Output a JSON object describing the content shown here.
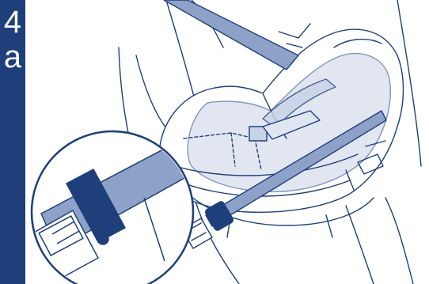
{
  "step": {
    "number": "4",
    "letter": "a"
  },
  "colors": {
    "panel": "#1f3f7a",
    "outline": "#1f3f7a",
    "seat_fill": "#c9d3e6",
    "belt_fill": "#8ea2c9",
    "belt_light": "#dfe6f2",
    "buckle_fill": "#1f3f7a"
  },
  "icons": {
    "step_badge": "step-badge",
    "car_seat": "infant-car-seat-illustration",
    "seat_belt": "seat-belt",
    "magnifier": "detail-inset-buckle-clip"
  }
}
